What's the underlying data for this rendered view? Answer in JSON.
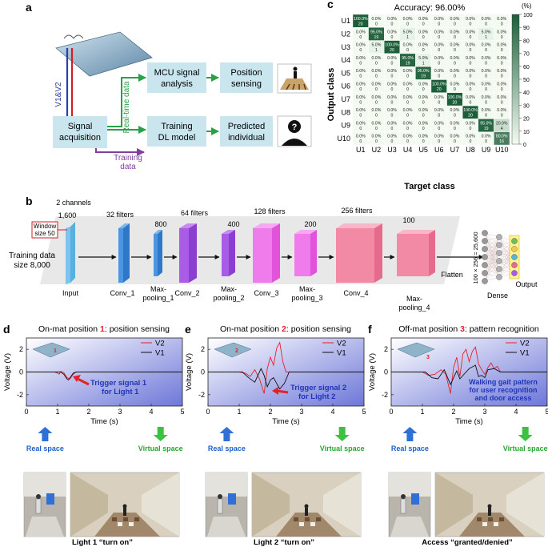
{
  "panel_a": {
    "label": "a",
    "v_label": "V1&V2",
    "signal_acq": [
      "Signal",
      "acquisition"
    ],
    "mcu": [
      "MCU signal",
      "analysis"
    ],
    "position": [
      "Position",
      "sensing"
    ],
    "training_dl": [
      "Training",
      "DL model"
    ],
    "predicted": [
      "Predicted",
      "individual"
    ],
    "realtime": "Real-time data",
    "training_data": [
      "Training",
      "data"
    ],
    "colors": {
      "box": "#c9e6ee",
      "arrow": "#2aa146",
      "purple": "#7e3fa0",
      "red": "#d21f26",
      "blue": "#2b3fa8"
    }
  },
  "panel_b": {
    "label": "b",
    "channels": "2 channels",
    "length": "1,600",
    "window": [
      "Window",
      "size 50"
    ],
    "training": [
      "Training data",
      "size 8,000"
    ],
    "filters": [
      "32 filters",
      "64 filters",
      "128 filters",
      "256 filters"
    ],
    "dims": [
      "800",
      "400",
      "200",
      "100"
    ],
    "layers": [
      "Input",
      "Conv_1",
      [
        "Max-",
        "pooling_1"
      ],
      "Conv_2",
      [
        "Max-",
        "pooling_2"
      ],
      "Conv_3",
      [
        "Max-",
        "pooling_3"
      ],
      "Conv_4",
      [
        "Max-",
        "pooling_4"
      ]
    ],
    "flatten": "Flatten",
    "vector": "100 × 256 = 25,600",
    "dense": "Dense",
    "output": "Output"
  },
  "panel_c": {
    "label": "c",
    "chart_data": {
      "type": "heatmap",
      "title": "Accuracy: 96.00%",
      "xlabel": "Target class",
      "ylabel": "Output class",
      "x_categories": [
        "U1",
        "U2",
        "U3",
        "U4",
        "U5",
        "U6",
        "U7",
        "U8",
        "U9",
        "U10"
      ],
      "y_categories": [
        "U1",
        "U2",
        "U3",
        "U4",
        "U5",
        "U6",
        "U7",
        "U8",
        "U9",
        "U10"
      ],
      "percent": [
        [
          "100.0%",
          "0.0%",
          "0.0%",
          "0.0%",
          "0.0%",
          "0.0%",
          "0.0%",
          "0.0%",
          "0.0%",
          "0.0%"
        ],
        [
          "0.0%",
          "95.0%",
          "0.0%",
          "5.0%",
          "0.0%",
          "0.0%",
          "0.0%",
          "0.0%",
          "5.0%",
          "0.0%"
        ],
        [
          "0.0%",
          "5.0%",
          "100.0%",
          "0.0%",
          "0.0%",
          "0.0%",
          "0.0%",
          "0.0%",
          "0.0%",
          "0.0%"
        ],
        [
          "0.0%",
          "0.0%",
          "0.0%",
          "95.0%",
          "5.0%",
          "0.0%",
          "0.0%",
          "0.0%",
          "0.0%",
          "0.0%"
        ],
        [
          "0.0%",
          "0.0%",
          "0.0%",
          "0.0%",
          "95.0%",
          "0.0%",
          "0.0%",
          "0.0%",
          "0.0%",
          "0.0%"
        ],
        [
          "0.0%",
          "0.0%",
          "0.0%",
          "0.0%",
          "0.0%",
          "100.0%",
          "0.0%",
          "0.0%",
          "0.0%",
          "0.0%"
        ],
        [
          "0.0%",
          "0.0%",
          "0.0%",
          "0.0%",
          "0.0%",
          "0.0%",
          "100.0%",
          "0.0%",
          "0.0%",
          "0.0%"
        ],
        [
          "0.0%",
          "0.0%",
          "0.0%",
          "0.0%",
          "0.0%",
          "0.0%",
          "0.0%",
          "100.0%",
          "0.0%",
          "0.0%"
        ],
        [
          "0.0%",
          "0.0%",
          "0.0%",
          "0.0%",
          "0.0%",
          "0.0%",
          "0.0%",
          "0.0%",
          "95.0%",
          "20.0%"
        ],
        [
          "0.0%",
          "0.0%",
          "0.0%",
          "0.0%",
          "0.0%",
          "0.0%",
          "0.0%",
          "0.0%",
          "0.0%",
          "80.0%"
        ]
      ],
      "counts": [
        [
          20,
          0,
          0,
          0,
          0,
          0,
          0,
          0,
          0,
          0
        ],
        [
          0,
          19,
          0,
          1,
          0,
          0,
          0,
          0,
          1,
          0
        ],
        [
          0,
          1,
          20,
          0,
          0,
          0,
          0,
          0,
          0,
          0
        ],
        [
          0,
          0,
          0,
          19,
          1,
          0,
          0,
          0,
          0,
          0
        ],
        [
          0,
          0,
          0,
          0,
          19,
          0,
          0,
          0,
          0,
          0
        ],
        [
          0,
          0,
          0,
          0,
          0,
          20,
          0,
          0,
          0,
          0
        ],
        [
          0,
          0,
          0,
          0,
          0,
          0,
          20,
          0,
          0,
          0
        ],
        [
          0,
          0,
          0,
          0,
          0,
          0,
          0,
          20,
          0,
          0
        ],
        [
          0,
          0,
          0,
          0,
          0,
          0,
          0,
          0,
          19,
          4
        ],
        [
          0,
          0,
          0,
          0,
          0,
          0,
          0,
          0,
          0,
          16
        ]
      ],
      "colorbar_ticks": [
        "100",
        "90",
        "80",
        "70",
        "60",
        "50",
        "40",
        "30",
        "20",
        "10",
        "0"
      ],
      "colorbar_unit": "(%)",
      "colors": {
        "high": "#1d5e3a",
        "low": "#f3fbf1"
      }
    }
  },
  "panel_d": {
    "label": "d",
    "title_pre": "On-mat position ",
    "title_num": "1",
    "title_post": ": position sensing",
    "annotation": [
      "Trigger signal 1",
      "for Light 1"
    ],
    "caption": "Light 1 “turn on”"
  },
  "panel_e": {
    "label": "e",
    "title_pre": "On-mat position ",
    "title_num": "2",
    "title_post": ": position sensing",
    "annotation": [
      "Trigger signal 2",
      "for Light 2"
    ],
    "caption": "Light 2 “turn on”"
  },
  "panel_f": {
    "label": "f",
    "title_pre": "Off-mat position ",
    "title_num": "3",
    "title_post": ": pattern recognition",
    "annotation": [
      "Walking gait pattern",
      "for user recognition",
      "and door access"
    ],
    "caption": "Access “granted/denied”"
  },
  "voltage_plots": {
    "ylabel": "Voltage (V)",
    "xlabel": "Time (s)",
    "xlim": [
      0,
      5
    ],
    "ylim": [
      -3,
      3
    ],
    "xticks": [
      "0",
      "1",
      "2",
      "3",
      "4",
      "5"
    ],
    "yticks": [
      "2",
      "0",
      "-2"
    ],
    "legend": [
      "V2",
      "V1"
    ],
    "real_space": "Real space",
    "virtual_space": "Virtual space",
    "colors": {
      "v2": "#e8202a",
      "v1": "#111111",
      "bg_from": "#ffffff",
      "bg_to": "#6d77d8",
      "arrow_blue": "#2f6fd6",
      "arrow_green": "#3cc241"
    }
  },
  "chart_data": [
    {
      "type": "line",
      "panel": "d",
      "xlabel": "Time (s)",
      "ylabel": "Voltage (V)",
      "xlim": [
        0,
        5
      ],
      "ylim": [
        -3,
        3
      ],
      "series": [
        {
          "name": "V2",
          "x": [
            0,
            0.9,
            1.0,
            1.05,
            1.1,
            1.2,
            1.3,
            1.4,
            1.5,
            1.6
          ],
          "y": [
            0,
            0,
            -0.1,
            -0.2,
            0.05,
            -0.05,
            -0.5,
            -0.6,
            -0.2,
            0
          ]
        },
        {
          "name": "V1",
          "x": [
            0,
            1.1,
            1.2,
            1.3,
            1.35,
            1.4,
            1.5,
            1.6
          ],
          "y": [
            0,
            0,
            -0.2,
            -0.6,
            -0.7,
            -0.5,
            -0.1,
            0
          ]
        }
      ]
    },
    {
      "type": "line",
      "panel": "e",
      "xlabel": "Time (s)",
      "ylabel": "Voltage (V)",
      "xlim": [
        0,
        5
      ],
      "ylim": [
        -3,
        3
      ],
      "series": [
        {
          "name": "V2",
          "x": [
            0,
            1.0,
            1.2,
            1.35,
            1.5,
            1.65,
            1.8,
            1.9,
            2.0,
            2.1,
            2.2,
            2.3,
            2.4,
            2.5
          ],
          "y": [
            0,
            0,
            -0.1,
            -0.4,
            0.2,
            -0.6,
            -1.9,
            0.3,
            1.3,
            0.6,
            2.1,
            2.6,
            0.9,
            0
          ]
        },
        {
          "name": "V1",
          "x": [
            0,
            1.1,
            1.3,
            1.5,
            1.7,
            1.8,
            1.9,
            2.0,
            2.1,
            2.2,
            2.3,
            2.45,
            2.6
          ],
          "y": [
            0,
            0,
            -0.5,
            -0.9,
            0.3,
            -0.3,
            -1.3,
            -0.7,
            -0.5,
            -1.0,
            -1.5,
            -1.0,
            0
          ]
        }
      ]
    },
    {
      "type": "line",
      "panel": "f",
      "xlabel": "Time (s)",
      "ylabel": "Voltage (V)",
      "xlim": [
        0,
        5
      ],
      "ylim": [
        -3,
        3
      ],
      "series": [
        {
          "name": "V2",
          "x": [
            0,
            1.0,
            1.2,
            1.4,
            1.6,
            1.75,
            1.9,
            2.0,
            2.1,
            2.2,
            2.3,
            2.4,
            2.5,
            2.6,
            2.7,
            2.8,
            2.9,
            3.0,
            3.1,
            3.2,
            3.3,
            3.4,
            3.5
          ],
          "y": [
            0,
            0,
            -0.3,
            -0.2,
            0.2,
            -0.2,
            -1.9,
            0.4,
            1.3,
            -0.4,
            1.6,
            2.0,
            0.9,
            1.8,
            2.2,
            0.7,
            0.2,
            -0.2,
            0.4,
            0.8,
            0.3,
            0.5,
            0
          ]
        },
        {
          "name": "V1",
          "x": [
            0,
            1.1,
            1.3,
            1.5,
            1.7,
            1.9,
            2.0,
            2.1,
            2.2,
            2.3,
            2.5,
            2.7,
            2.8,
            2.9,
            3.0,
            3.1,
            3.3,
            3.5
          ],
          "y": [
            0,
            0,
            -0.5,
            -0.6,
            0.2,
            -1.1,
            -0.5,
            0.1,
            -0.6,
            -0.3,
            0.3,
            0.6,
            -0.4,
            -0.3,
            -0.5,
            0.2,
            0.3,
            0
          ]
        }
      ]
    }
  ]
}
